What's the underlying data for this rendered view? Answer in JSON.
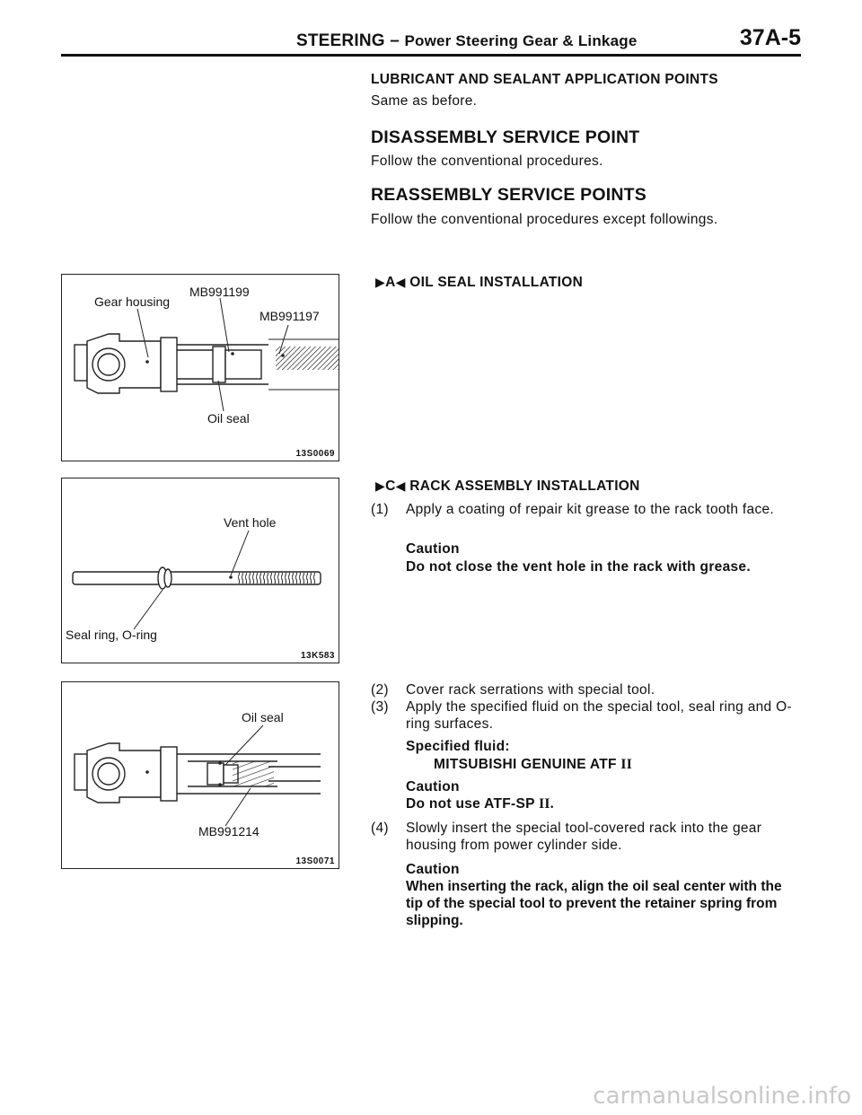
{
  "header": {
    "section": "STEERING",
    "dash": "–",
    "subtitle": "Power Steering Gear & Linkage",
    "page_number": "37A-5"
  },
  "lubricant": {
    "heading": "LUBRICANT AND SEALANT APPLICATION POINTS",
    "text": "Same as before."
  },
  "disassembly": {
    "heading": "DISASSEMBLY SERVICE POINT",
    "text": "Follow the conventional procedures."
  },
  "reassembly": {
    "heading": "REASSEMBLY SERVICE POINTS",
    "text": "Follow the conventional procedures except followings."
  },
  "section_a": {
    "marker_left": "▶",
    "marker_letter": "A",
    "marker_right": "◀",
    "title": "OIL SEAL INSTALLATION"
  },
  "section_c": {
    "marker_left": "▶",
    "marker_letter": "C",
    "marker_right": "◀",
    "title": "RACK ASSEMBLY INSTALLATION",
    "step1_num": "(1)",
    "step1_text": "Apply a coating of repair kit grease to the rack tooth face.",
    "caution1_label": "Caution",
    "caution1_text": "Do not close the vent hole in the rack with grease.",
    "step2_num": "(2)",
    "step2_text": "Cover rack serrations with special tool.",
    "step3_num": "(3)",
    "step3_text": "Apply the specified fluid on the special tool, seal ring and O-ring surfaces.",
    "fluid_label": "Specified fluid:",
    "fluid_value": "MITSUBISHI GENUINE ATF",
    "fluid_roman": "II",
    "caution2_label": "Caution",
    "caution2_text": "Do not use ATF-SP",
    "caution2_roman": "II.",
    "step4_num": "(4)",
    "step4_text": "Slowly insert the special tool-covered rack into the gear housing from power cylinder side.",
    "caution3_label": "Caution",
    "caution3_text": "When inserting the rack, align the oil seal center with the tip of the special tool to prevent the retainer spring from slipping."
  },
  "figures": {
    "fig1": {
      "label_gear_housing": "Gear housing",
      "label_mb991199": "MB991199",
      "label_mb991197": "MB991197",
      "label_oil_seal": "Oil seal",
      "code": "13S0069"
    },
    "fig2": {
      "label_vent_hole": "Vent hole",
      "label_seal_ring": "Seal ring, O-ring",
      "code": "13K583"
    },
    "fig3": {
      "label_oil_seal": "Oil seal",
      "label_mb991214": "MB991214",
      "code": "13S0071"
    }
  },
  "watermark": "carmanualsonline.info"
}
